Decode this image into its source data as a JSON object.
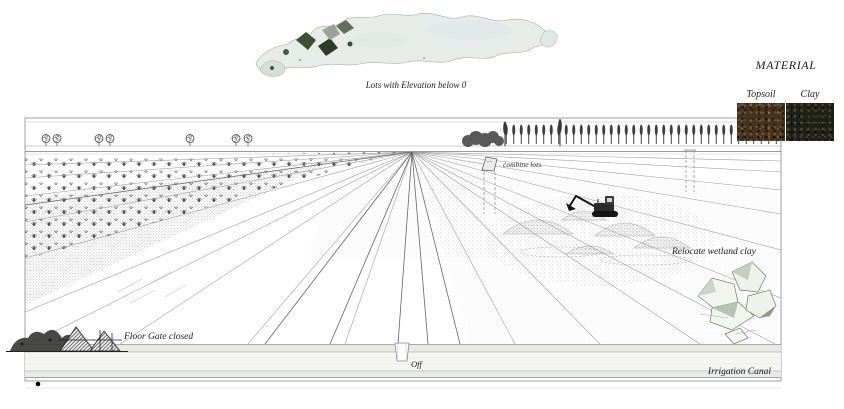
{
  "figure": {
    "map_caption": "Lots with Elevation below 0"
  },
  "material": {
    "heading": "MATERIAL",
    "swatches": [
      {
        "label": "Topsoil",
        "color": "#453322"
      },
      {
        "label": "Clay",
        "color": "#1f2019"
      }
    ]
  },
  "labels": {
    "combine_lots": "combine lots",
    "relocate_clay": "Relocate wetland clay",
    "floor_gate": "Floor Gate closed",
    "gate_off": "Off",
    "irrigation_canal": "Irrigation Canal"
  },
  "colors": {
    "line": "#8a8a8a",
    "dark_line": "#666666",
    "stipple": "#444444",
    "canal_band_upper": "#e8e9e2",
    "canal_band_lower": "#e7ece5",
    "map_wash": "#e7ece9",
    "map_green_dark": "#2e3b26",
    "map_green": "#3f4f33"
  }
}
